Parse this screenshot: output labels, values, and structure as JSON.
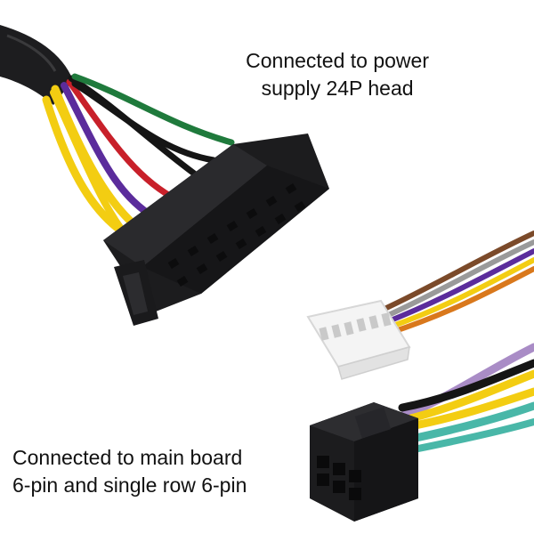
{
  "captions": {
    "top": {
      "line1": "Connected to power",
      "line2": "supply 24P head"
    },
    "bottom": {
      "line1": "Connected to main board",
      "line2": "6-pin and single row 6-pin"
    }
  },
  "colors": {
    "background": "#ffffff",
    "text": "#111111",
    "connector_black": "#1c1c1e",
    "connector_white": "#f4f4f4",
    "wire_yellow": "#f3cd12",
    "wire_purple": "#5b2c9c",
    "wire_red": "#c8202a",
    "wire_green": "#1f7a3c",
    "wire_black": "#151515",
    "wire_teal": "#49b7a8",
    "wire_lavender": "#a98cc6",
    "wire_brown": "#7b4a2a",
    "wire_gray": "#9a9a9a",
    "wire_orange": "#d9781c"
  },
  "icons": {
    "atx_24pin": "atx-24pin-connector-icon",
    "white_6pin": "white-single-row-6pin-connector-icon",
    "black_6pin": "black-6pin-connector-icon"
  }
}
